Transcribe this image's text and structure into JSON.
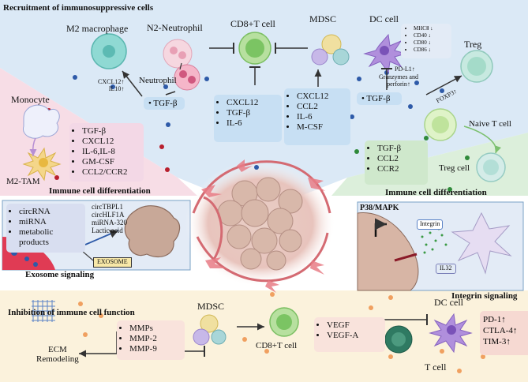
{
  "sections": {
    "recruitment": "Recruitment of immunosuppressive cells",
    "diff_left": "Immune cell differentiation",
    "diff_right": "Immune cell differentiation",
    "exosome": "Exosome signaling",
    "integrin": "Integrin signaling",
    "inhibition": "Inhibition of immune cell function"
  },
  "cells": {
    "m2_macrophage": "M2 macrophage",
    "n2_neutrophil": "N2-Neutrophil",
    "neutrophil": "Neutrophil",
    "cd8_t_top": "CD8+T cell",
    "mdsc_top": "MDSC",
    "dc_top": "DC cell",
    "treg_top": "Treg",
    "monocyte": "Monocyte",
    "m2_tam": "M2-TAM",
    "naive_t": "Naive T cell",
    "treg_right": "Treg cell",
    "mdsc_bottom": "MDSC",
    "cd8_t_bottom": "CD8+T cell",
    "dc_bottom": "DC cell",
    "t_cell": "T cell"
  },
  "annotations": {
    "cxcl12_il10_line1": "CXCL12↑",
    "cxcl12_il10_line2": "IL10↑",
    "pdl1": "PD-L1↑",
    "granzymes_line1": "Granzymes and",
    "granzymes_line2": "perforin↑",
    "foxp3": "FOXP3↑",
    "ecm_line1": "ECM",
    "ecm_line2": "Remodeling",
    "p38": "P38/MAPK",
    "integrin": "Integrin",
    "il32": "IL32",
    "exosome_label": "EXOSOME",
    "circ_line1": "circTBPL1",
    "circ_line2": "circHLF1A",
    "circ_line3": "miRNA-320",
    "circ_line4": "Lactic acid"
  },
  "boxes": {
    "tgf_left": "TGF-β",
    "tgf_right": "TGF-β",
    "cd8_factors": [
      "CXCL12",
      "TGF-β",
      "IL-6"
    ],
    "mdsc_factors": [
      "CXCL12",
      "CCL2",
      "IL-6",
      "M-CSF"
    ],
    "dc_markers": [
      "MHCⅡ  ↓",
      "CD40  ↓",
      "CD80  ↓",
      "CD86  ↓"
    ],
    "monocyte_factors": [
      "TGF-β",
      "CXCL12",
      "IL-6,IL-8",
      "GM-CSF",
      "CCL2/CCR2"
    ],
    "treg_factors": [
      "TGF-β",
      "CCL2",
      "CCR2"
    ],
    "exosome_cargo": [
      "circRNA",
      "miRNA",
      "metabolic products"
    ],
    "mmps": [
      "MMPs",
      "MMP-2",
      "MMP-9"
    ],
    "vegf": [
      "VEGF",
      "VEGF-A"
    ],
    "checkpoints": [
      "PD-1↑",
      "CTLA-4↑",
      "TIM-3↑"
    ]
  },
  "colors": {
    "top_bg": "#dbe9f6",
    "left_bg": "#f7dde6",
    "right_bg": "#dcefdb",
    "bottom_bg": "#fbf2dc",
    "tumor": "#d8b8aa"
  }
}
